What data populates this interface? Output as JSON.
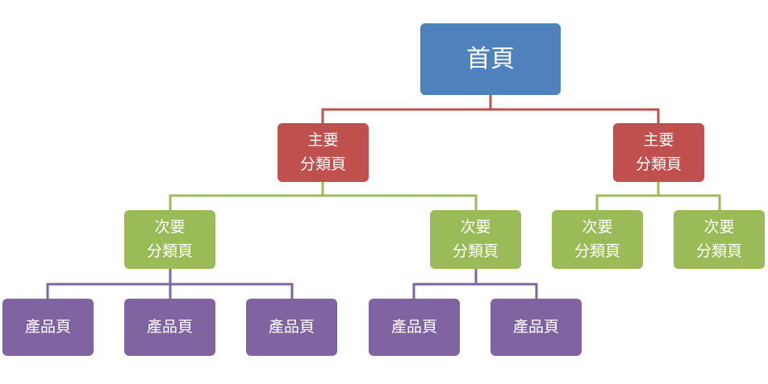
{
  "colors": {
    "root": "#4f81bd",
    "level1": "#c0504d",
    "level2": "#9bbb59",
    "level3": "#8064a2",
    "line_root": "#c0504d",
    "line_level1": "#9bbb59",
    "line_level2": "#8064a2"
  },
  "nodes": {
    "root": "首頁",
    "main_left": "主要\n分類頁",
    "main_right": "主要\n分類頁",
    "sub_1": "次要\n分類頁",
    "sub_2": "次要\n分類頁",
    "sub_3": "次要\n分類頁",
    "sub_4": "次要\n分類頁",
    "product_1": "產品頁",
    "product_2": "產品頁",
    "product_3": "產品頁",
    "product_4": "產品頁",
    "product_5": "產品頁"
  }
}
